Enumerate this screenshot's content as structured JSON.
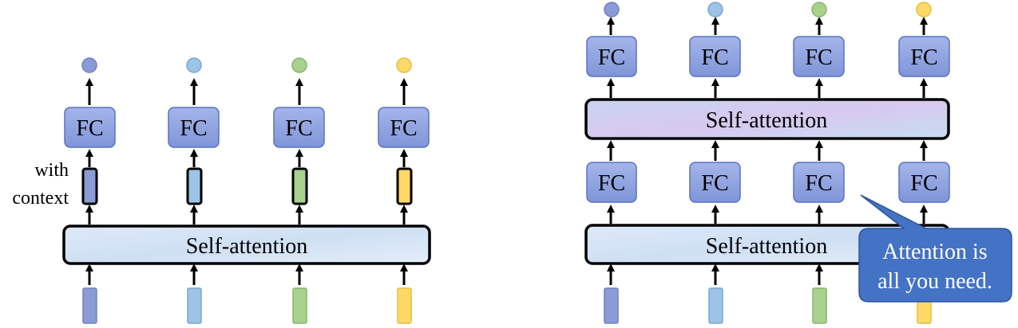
{
  "colors": {
    "blue_dark": "#8a9bd6",
    "blue_light": "#9dc3e6",
    "green": "#a9d18e",
    "yellow": "#ffd966",
    "fc_fill": "#8fa3e0",
    "fc_border": "#5a72c2",
    "callout": "#4472c4",
    "arrow": "#000000"
  },
  "left": {
    "fc_label": "FC",
    "self_attention_label": "Self-attention",
    "context_label_line1": "with",
    "context_label_line2": "context",
    "columns": [
      {
        "color": "blue_dark"
      },
      {
        "color": "blue_light"
      },
      {
        "color": "green"
      },
      {
        "color": "yellow"
      }
    ]
  },
  "right": {
    "fc_label": "FC",
    "self_attention_label": "Self-attention",
    "callout_line1": "Attention is",
    "callout_line2": "all you need.",
    "columns": [
      {
        "color": "blue_dark"
      },
      {
        "color": "blue_light"
      },
      {
        "color": "green"
      },
      {
        "color": "yellow"
      }
    ]
  }
}
